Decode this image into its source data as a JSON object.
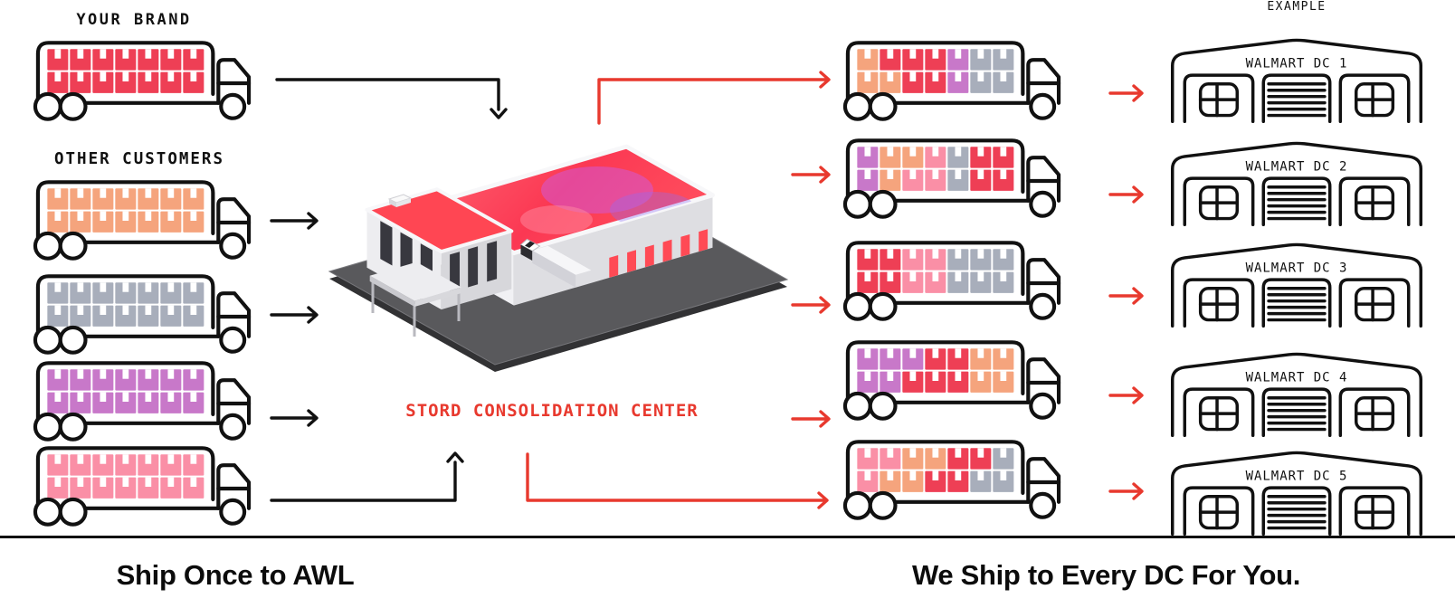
{
  "labels": {
    "your_brand": "YOUR BRAND",
    "other_customers": "OTHER CUSTOMERS",
    "example": "EXAMPLE",
    "center": "STORD CONSOLIDATION CENTER",
    "caption_left": "Ship Once to AWL",
    "caption_right": "We Ship to Every DC For You."
  },
  "colors": {
    "red": "#ee3f55",
    "orange": "#f5a47d",
    "gray": "#a8aebb",
    "purple": "#c878c9",
    "pink": "#fa8fa6",
    "outline": "#111111",
    "arrow_black": "#111111",
    "arrow_red": "#e8392e",
    "center_text_red": "#e8392e"
  },
  "left_section": {
    "trucks": [
      {
        "id": "your-brand-truck",
        "owner": "YOUR BRAND",
        "cargo": [
          [
            "red",
            "red",
            "red",
            "red",
            "red",
            "red",
            "red"
          ],
          [
            "red",
            "red",
            "red",
            "red",
            "red",
            "red",
            "red"
          ]
        ]
      },
      {
        "id": "customer-truck-1",
        "owner": "OTHER CUSTOMERS",
        "cargo": [
          [
            "orange",
            "orange",
            "orange",
            "orange",
            "orange",
            "orange",
            "orange"
          ],
          [
            "orange",
            "orange",
            "orange",
            "orange",
            "orange",
            "orange",
            "orange"
          ]
        ]
      },
      {
        "id": "customer-truck-2",
        "owner": "OTHER CUSTOMERS",
        "cargo": [
          [
            "gray",
            "gray",
            "gray",
            "gray",
            "gray",
            "gray",
            "gray"
          ],
          [
            "gray",
            "gray",
            "gray",
            "gray",
            "gray",
            "gray",
            "gray"
          ]
        ]
      },
      {
        "id": "customer-truck-3",
        "owner": "OTHER CUSTOMERS",
        "cargo": [
          [
            "purple",
            "purple",
            "purple",
            "purple",
            "purple",
            "purple",
            "purple"
          ],
          [
            "purple",
            "purple",
            "purple",
            "purple",
            "purple",
            "purple",
            "purple"
          ]
        ]
      },
      {
        "id": "customer-truck-4",
        "owner": "OTHER CUSTOMERS",
        "cargo": [
          [
            "pink",
            "pink",
            "pink",
            "pink",
            "pink",
            "pink",
            "pink"
          ],
          [
            "pink",
            "pink",
            "pink",
            "pink",
            "pink",
            "pink",
            "pink"
          ]
        ]
      }
    ]
  },
  "center": {
    "label": "STORD CONSOLIDATION CENTER"
  },
  "right_section": {
    "trucks": [
      {
        "id": "dc1-truck",
        "destination": "WALMART DC 1",
        "cargo": [
          [
            "orange",
            "red",
            "red",
            "red",
            "purple",
            "gray",
            "gray"
          ],
          [
            "orange",
            "orange",
            "red",
            "red",
            "purple",
            "gray",
            "gray"
          ]
        ]
      },
      {
        "id": "dc2-truck",
        "destination": "WALMART DC 2",
        "cargo": [
          [
            "purple",
            "orange",
            "orange",
            "pink",
            "gray",
            "red",
            "red"
          ],
          [
            "purple",
            "orange",
            "pink",
            "pink",
            "gray",
            "red",
            "red"
          ]
        ]
      },
      {
        "id": "dc3-truck",
        "destination": "WALMART DC 3",
        "cargo": [
          [
            "red",
            "red",
            "pink",
            "pink",
            "gray",
            "gray",
            "gray"
          ],
          [
            "red",
            "red",
            "pink",
            "pink",
            "gray",
            "gray",
            "gray"
          ]
        ]
      },
      {
        "id": "dc4-truck",
        "destination": "WALMART DC 4",
        "cargo": [
          [
            "purple",
            "purple",
            "purple",
            "red",
            "red",
            "orange",
            "orange"
          ],
          [
            "purple",
            "purple",
            "red",
            "red",
            "red",
            "orange",
            "orange"
          ]
        ]
      },
      {
        "id": "dc5-truck",
        "destination": "WALMART DC 5",
        "cargo": [
          [
            "pink",
            "pink",
            "orange",
            "orange",
            "red",
            "red",
            "gray"
          ],
          [
            "pink",
            "orange",
            "orange",
            "red",
            "red",
            "gray",
            "gray"
          ]
        ]
      }
    ],
    "warehouses": [
      {
        "label": "WALMART DC 1"
      },
      {
        "label": "WALMART DC 2"
      },
      {
        "label": "WALMART DC 3"
      },
      {
        "label": "WALMART DC 4"
      },
      {
        "label": "WALMART DC 5"
      }
    ]
  },
  "footer": {
    "caption_left": "Ship Once to AWL",
    "caption_right": "We Ship to Every DC For You."
  },
  "flows": [
    {
      "from": "your-brand-truck",
      "to": "consolidation-center",
      "color": "black"
    },
    {
      "from": "customer-truck-1",
      "to": "consolidation-center",
      "color": "black"
    },
    {
      "from": "customer-truck-2",
      "to": "consolidation-center",
      "color": "black"
    },
    {
      "from": "customer-truck-3",
      "to": "consolidation-center",
      "color": "black"
    },
    {
      "from": "customer-truck-4",
      "to": "consolidation-center",
      "color": "black"
    },
    {
      "from": "consolidation-center",
      "to": "dc1-truck",
      "color": "red"
    },
    {
      "from": "consolidation-center",
      "to": "dc2-truck",
      "color": "red"
    },
    {
      "from": "consolidation-center",
      "to": "dc3-truck",
      "color": "red"
    },
    {
      "from": "consolidation-center",
      "to": "dc4-truck",
      "color": "red"
    },
    {
      "from": "consolidation-center",
      "to": "dc5-truck",
      "color": "red"
    },
    {
      "from": "dc1-truck",
      "to": "walmart-dc-1",
      "color": "red"
    },
    {
      "from": "dc2-truck",
      "to": "walmart-dc-2",
      "color": "red"
    },
    {
      "from": "dc3-truck",
      "to": "walmart-dc-3",
      "color": "red"
    },
    {
      "from": "dc4-truck",
      "to": "walmart-dc-4",
      "color": "red"
    },
    {
      "from": "dc5-truck",
      "to": "walmart-dc-5",
      "color": "red"
    }
  ]
}
